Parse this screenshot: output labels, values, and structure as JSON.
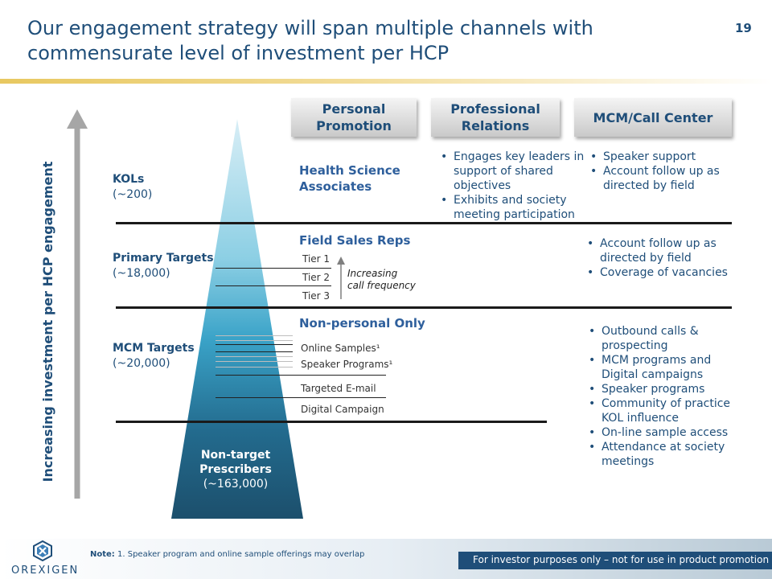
{
  "title": "Our engagement strategy will span multiple channels with commensurate level of investment per HCP",
  "page_number": "19",
  "vertical_label": "Increasing investment per HCP engagement",
  "headers": {
    "personal": "Personal\nPromotion",
    "professional": "Professional\nRelations",
    "mcm": "MCM/Call Center"
  },
  "segments": {
    "kols": {
      "name": "KOLs",
      "count": "(~200)"
    },
    "primary": {
      "name": "Primary Targets",
      "count": "(~18,000)"
    },
    "mcm": {
      "name": "MCM Targets",
      "count": "(~20,000)"
    },
    "nontarget": {
      "name": "Non-target\nPrescribers",
      "count": "(~163,000)"
    }
  },
  "personal_promotion": {
    "hsa": "Health Science\nAssociates",
    "fsr": "Field Sales Reps",
    "tiers": [
      "Tier 1",
      "Tier 2",
      "Tier 3"
    ],
    "frequency_label": "Increasing\ncall frequency",
    "nonpersonal": "Non-personal Only",
    "channels": [
      "Online Samples¹",
      "Speaker Programs¹",
      "Targeted E-mail",
      "Digital Campaign"
    ]
  },
  "professional_relations_bullets": [
    "Engages key leaders in support of shared objectives",
    "Exhibits and society meeting participation"
  ],
  "mcm_kol_bullets": [
    "Speaker support",
    "Account follow up as directed by field"
  ],
  "mcm_primary_bullets": [
    "Account follow up as directed by field",
    "Coverage of vacancies"
  ],
  "mcm_mcm_bullets": [
    "Outbound calls & prospecting",
    "MCM programs and Digital campaigns",
    "Speaker programs",
    "Community of practice KOL influence",
    "On-line sample access",
    "Attendance at society meetings"
  ],
  "note": {
    "label": "Note:",
    "text": "1. Speaker program and online sample offerings may overlap"
  },
  "disclaimer": "For investor purposes only – not for use in product promotion",
  "logo": "OREXIGEN",
  "colors": {
    "navy": "#1f4e79",
    "accent_blue": "#2e5f9c",
    "gold": "#e8c860"
  }
}
